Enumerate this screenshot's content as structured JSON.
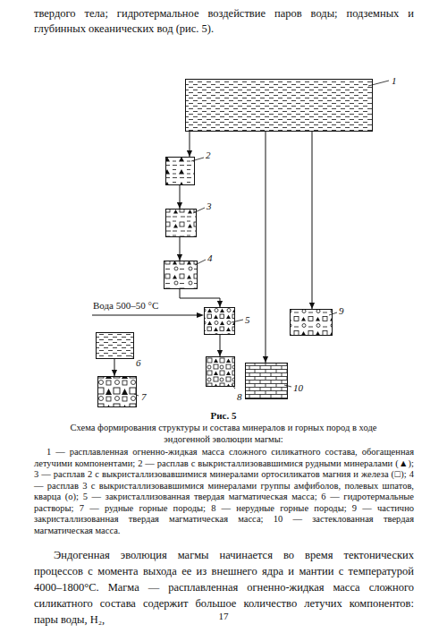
{
  "diagram": {
    "title": "Рис. 5",
    "caption": "Схема формирования структуры и состава минералов и горных пород в ходе эндогенной эволюции магмы:",
    "nodes": [
      {
        "text": [
          "1"
        ]
      },
      {
        "text": [
          "2"
        ]
      },
      {
        "text": [
          "3"
        ]
      },
      {
        "text": [
          "4"
        ]
      },
      {
        "text": [
          "5"
        ]
      },
      {
        "text": [
          "6"
        ]
      },
      {
        "text": [
          "7"
        ]
      },
      {
        "text": [
          "8"
        ]
      },
      {
        "text": [
          "9"
        ]
      },
      {
        "text": [
          "10"
        ]
      }
    ],
    "edges": [
      {
        "from": 0,
        "to": 1,
        "arrow": "to"
      },
      {
        "from": 1,
        "to": 2,
        "arrow": "to"
      },
      {
        "from": 2,
        "to": 3,
        "arrow": "to"
      },
      {
        "from": 3,
        "to": 4,
        "arrow": "to"
      },
      {
        "from": 4,
        "to": 7,
        "arrow": "to"
      },
      {
        "from": 5,
        "to": 6,
        "arrow": "to"
      },
      {
        "from": 0,
        "to": 8,
        "arrow": "to"
      },
      {
        "from": 0,
        "to": 9,
        "arrow": "to"
      }
    ],
    "labels": [
      "твердого тела; гидротермальное воздействие паров воды; подземных и глубинных океанических вод (рис. 5).",
      "Вода 500–50 °С",
      "1 — расплавленная огненно-жидкая масса сложного силикатного состава, обогащенная летучими компонентами; 2 — расплав с выкристаллизовавшимися рудными минералами (▲); 3 — расплав 2 с выкристаллизовавшимися минералами ортосиликатов магния и железа (□); 4 — расплав 3 с выкристаллизовавшимися минералами группы амфиболов, полевых шпатов, кварца (o); 5 — закристаллизованная твердая магматическая масса; 6 — гидротермальные растворы; 7 — рудные горные породы; 8 — нерудные горные породы; 9 — частично закристаллизованная твердая магматическая масса; 10 — застеклованная твердая магматическая масса.",
      "Эндогенная эволюция магмы начинается во время тектонических процессов с момента выхода ее из внешнего ядра и мантии с температурой 4000–1800°С. Магма — расплавленная огненно-жидкая масса сложного силикатного состава содержит большое количество летучих компонентов: пары воды, H₂,",
      "17"
    ]
  }
}
